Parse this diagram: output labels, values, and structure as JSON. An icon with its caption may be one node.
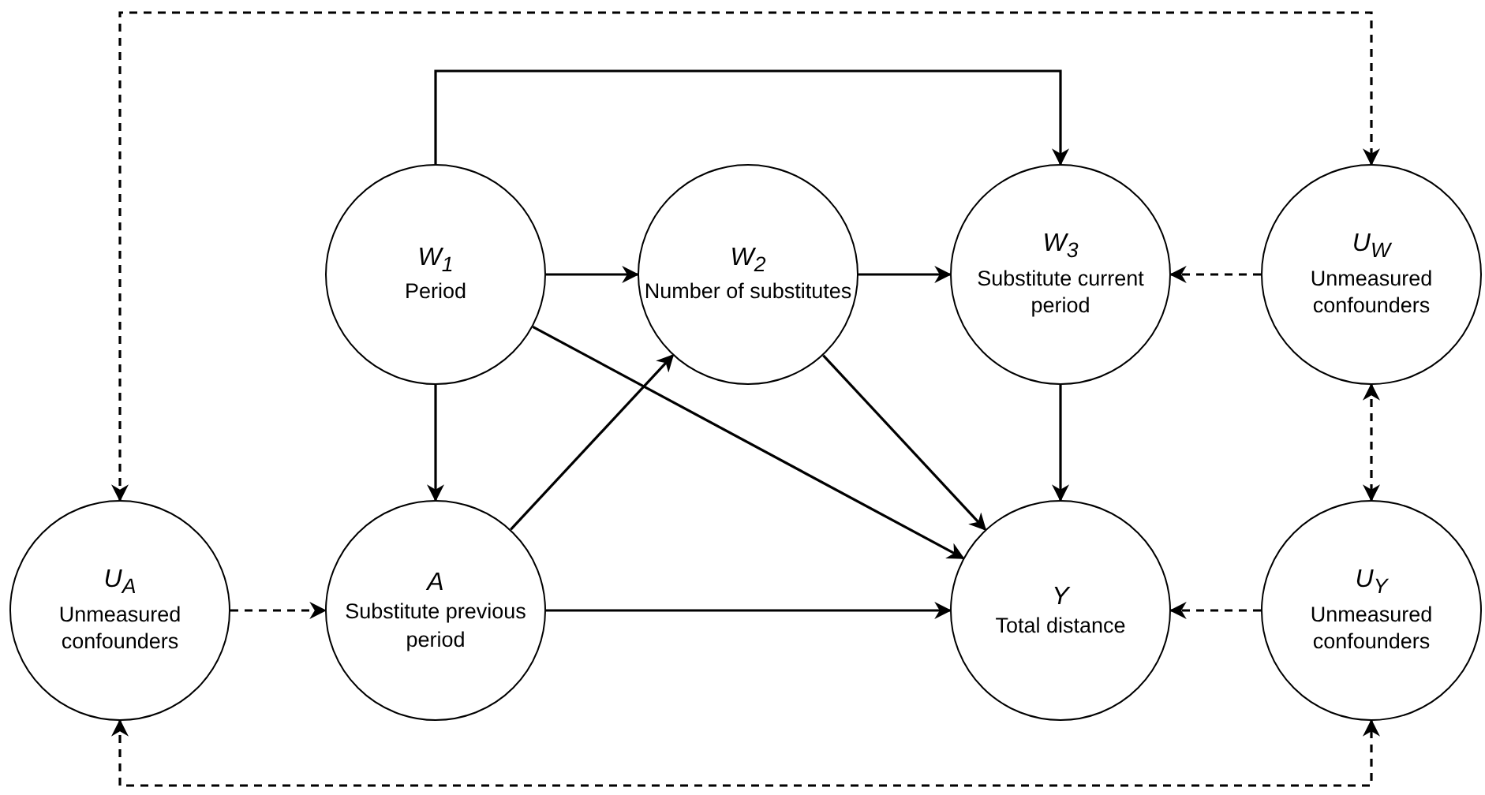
{
  "diagram": {
    "nodes": [
      {
        "text": [
          "W$_{1}$",
          "Period"
        ]
      },
      {
        "text": [
          "W$_{2}$",
          "Number of substitutes"
        ]
      },
      {
        "text": [
          "W$_{3}$",
          "Substitute current period"
        ]
      },
      {
        "text": [
          "U$_{W}$",
          "Unmeasured confounders"
        ]
      },
      {
        "text": [
          "U$_{A}$",
          "Unmeasured confounders"
        ]
      },
      {
        "text": [
          "A",
          "Substitute previous period"
        ]
      },
      {
        "text": [
          "Y",
          "Total distance"
        ]
      },
      {
        "text": [
          "U$_{Y}$",
          "Unmeasured confounders"
        ]
      }
    ],
    "edges": [
      {
        "from": 0,
        "to": 2,
        "arrow": "to"
      },
      {
        "from": 0,
        "to": 1,
        "arrow": "to"
      },
      {
        "from": 0,
        "to": 5,
        "arrow": "to"
      },
      {
        "from": 0,
        "to": 6,
        "arrow": "to"
      },
      {
        "from": 1,
        "to": 2,
        "arrow": "to"
      },
      {
        "from": 1,
        "to": 6,
        "arrow": "to"
      },
      {
        "from": 2,
        "to": 6,
        "arrow": "to"
      },
      {
        "from": 3,
        "to": 2,
        "arrow": "to",
        "style": "dashed"
      },
      {
        "from": 5,
        "to": 1,
        "arrow": "to"
      },
      {
        "from": 5,
        "to": 6,
        "arrow": "to"
      },
      {
        "from": 4,
        "to": 5,
        "arrow": "to",
        "style": "dashed"
      },
      {
        "from": 7,
        "to": 6,
        "arrow": "to",
        "style": "dashed"
      },
      {
        "from": 3,
        "to": 7,
        "arrow": "both",
        "style": "dashed"
      },
      {
        "from": 4,
        "to": 3,
        "arrow": "both",
        "style": "dashed"
      },
      {
        "from": 4,
        "to": 7,
        "arrow": "both",
        "style": "dashed"
      }
    ]
  }
}
